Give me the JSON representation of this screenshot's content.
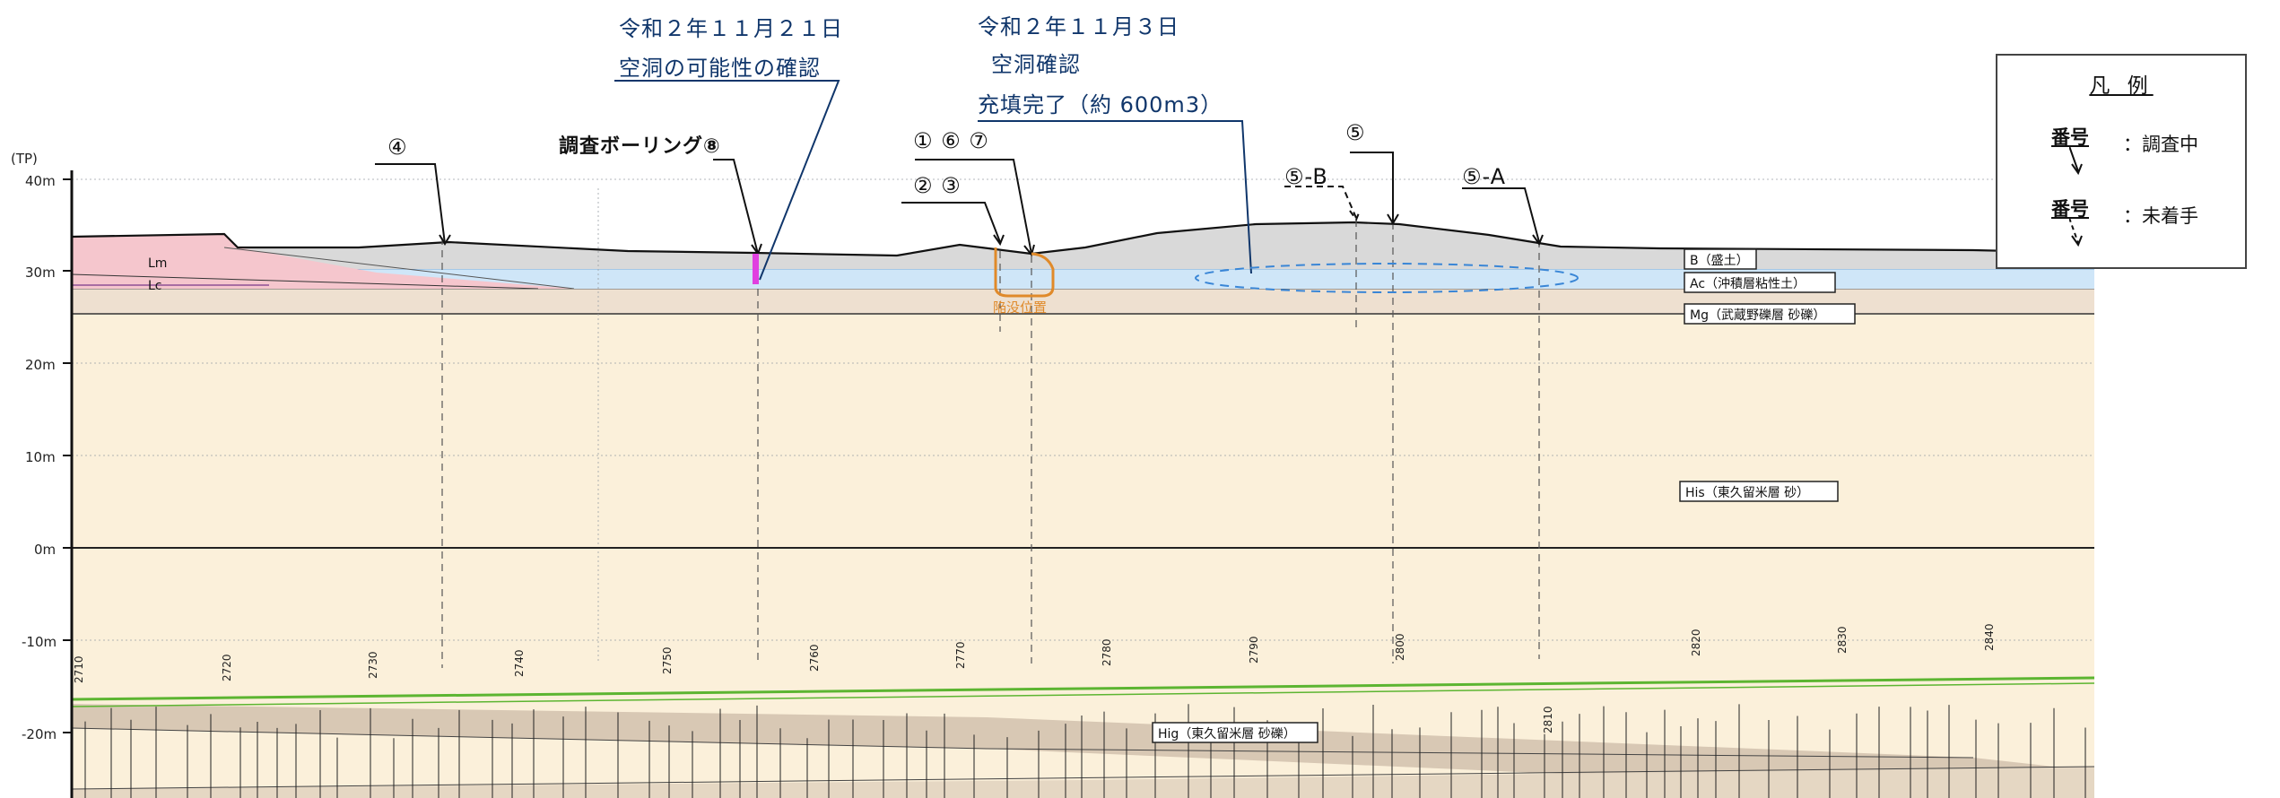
{
  "axis": {
    "unit": "(TP)",
    "elevations": [
      "40m",
      "30m",
      "20m",
      "10m",
      "0m",
      "-10m",
      "-20m"
    ],
    "stations": [
      "2710",
      "2720",
      "2730",
      "2740",
      "2750",
      "2760",
      "2770",
      "2780",
      "2790",
      "2800",
      "2810",
      "2820",
      "2830",
      "2840"
    ]
  },
  "annotations": {
    "nov21_date": "令和２年１１月２１日",
    "nov21_desc": "空洞の可能性の確認",
    "nov3_date": "令和２年１１月３日",
    "nov3_desc": "空洞確認",
    "nov3_fill": "充填完了（約 600m3）"
  },
  "survey_points": {
    "p4": "④",
    "boring8": "調査ボーリング⑧",
    "p167": "① ⑥ ⑦",
    "p23": "② ③",
    "p5": "⑤",
    "p5b": "⑤-B",
    "p5a": "⑤-A"
  },
  "layers": {
    "B": "B（盛土）",
    "Ac": "Ac（沖積層粘性土）",
    "Mg": "Mg（武蔵野礫層 砂礫）",
    "His": "His（東久留米層 砂）",
    "Hig": "Hig（東久留米層 砂礫）",
    "Lm": "Lm",
    "Lc": "Lc",
    "collapse": "陥没位置"
  },
  "legend": {
    "title": "凡 例",
    "item1_code": "番号",
    "item1_desc": "：調査中",
    "item2_code": "番号",
    "item2_desc": "：未着手"
  },
  "colors": {
    "fill_gray": "#d9d9d9",
    "clay_blue": "#cfe6f8",
    "gravel_beige": "#eee0d0",
    "sand": "#fbf0da",
    "loam_pink": "#f5c6cd",
    "annotation_navy": "#10366b",
    "collapse_orange": "#e08a2a",
    "boring_magenta": "#e040e0",
    "green_line": "#5cb531"
  }
}
